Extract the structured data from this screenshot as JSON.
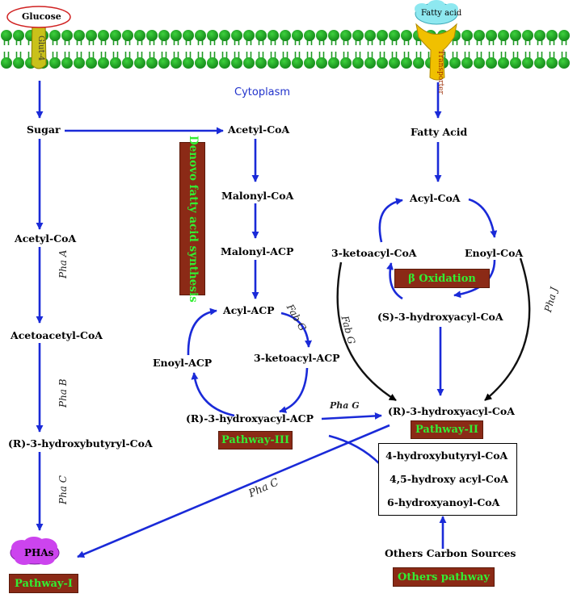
{
  "membrane": {
    "glucose_label": "Glucose",
    "glut_label": "Glut-4",
    "fatty_acid_label": "Fatty acid",
    "transporter_label": "Transporter",
    "cytoplasm_label": "Cytoplasm"
  },
  "pathway1": {
    "sugar": "Sugar",
    "acetyl_coa": "Acetyl-CoA",
    "pha_a": "Pha A",
    "acetoacetyl_coa": "Acetoacetyl-CoA",
    "pha_b": "Pha B",
    "hydroxybutyryl_coa": "(R)-3-hydroxybutyryl-CoA",
    "pha_c": "Pha C",
    "phas": "PHAs",
    "label": "Pathway-I"
  },
  "pathway3": {
    "acetyl_coa": "Acetyl-CoA",
    "malonyl_coa": "Malonyl-CoA",
    "malonyl_acp": "Malonyl-ACP",
    "acyl_acp": "Acyl-ACP",
    "fab_g": "Fab G",
    "ketoacyl_acp": "3-ketoacyl-ACP",
    "enoyl_acp": "Enoyl-ACP",
    "hydroxyacyl_acp": "(R)-3-hydroxyacyl-ACP",
    "denovo_label": "Denovo fatty acid synthesis",
    "label": "Pathway-III",
    "pha_g": "Pha G"
  },
  "pathway2": {
    "fatty_acid": "Fatty Acid",
    "acyl_coa": "Acyl-CoA",
    "ketoacyl_coa": "3-ketoacyl-CoA",
    "enoyl_coa": "Enoyl-CoA",
    "beta_oxidation": "β Oxidation",
    "s_hydroxyacyl_coa": "(S)-3-hydroxyacyl-CoA",
    "fab_g": "Fab G",
    "pha_j": "Pha J",
    "r_hydroxyacyl_coa": "(R)-3-hydroxyacyl-CoA",
    "label": "Pathway-II",
    "pha_c": "Pha C"
  },
  "others": {
    "items": [
      "4-hydroxybutyryl-CoA",
      "4,5-hydroxy acyl-CoA",
      "6-hydroxyanoyl-CoA"
    ],
    "carbon_sources": "Others Carbon Sources",
    "label": "Others pathway"
  },
  "colors": {
    "arrow_blue": "#1a2ad8",
    "membrane_green": "#1e9a24",
    "pathway_box": "#8b2a16",
    "pathway_text": "#33ee33",
    "phas_purple": "#cc44ee"
  }
}
